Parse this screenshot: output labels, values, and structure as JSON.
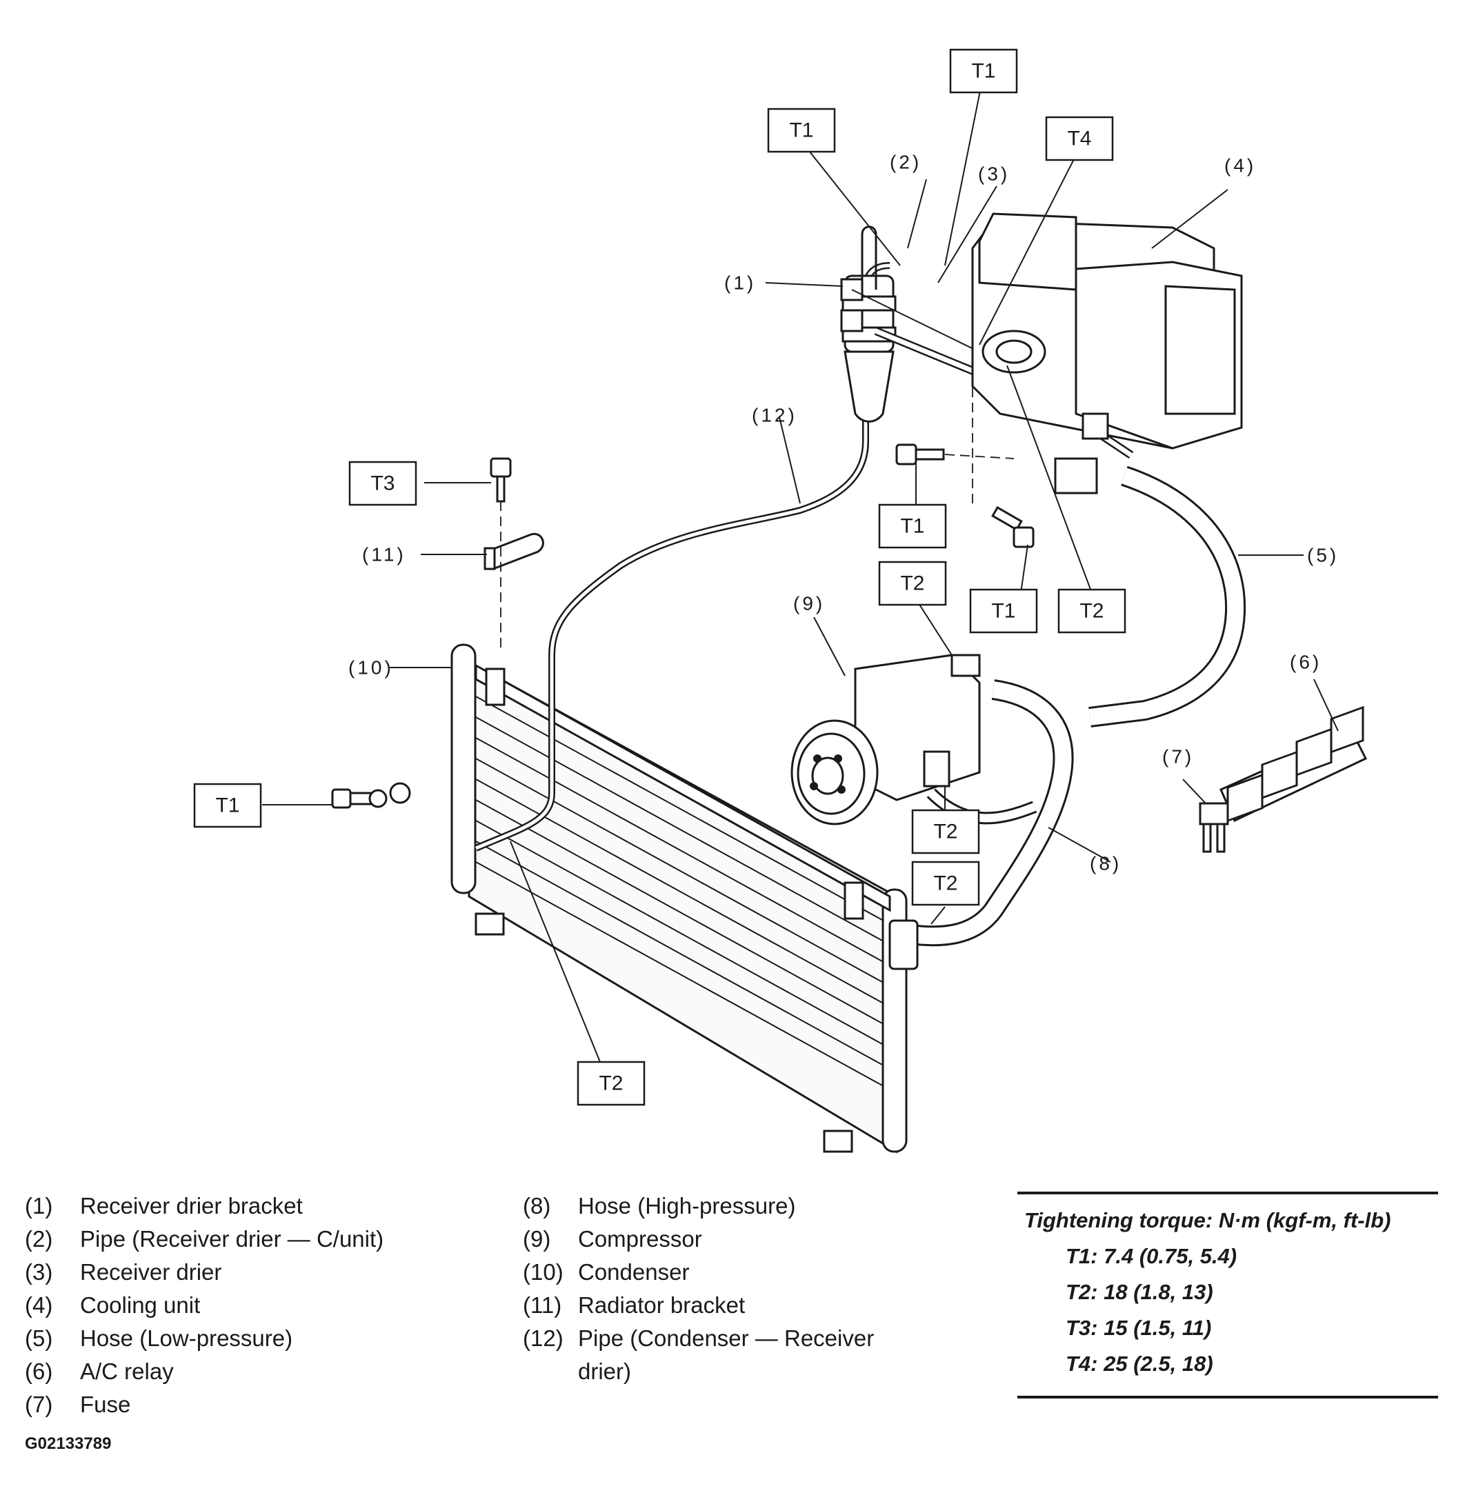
{
  "callouts": {
    "t1": "T1",
    "t2": "T2",
    "t3": "T3",
    "t4": "T4"
  },
  "numbers": {
    "n1": "(1)",
    "n2": "(2)",
    "n3": "(3)",
    "n4": "(4)",
    "n5": "(5)",
    "n6": "(6)",
    "n7": "(7)",
    "n8": "(8)",
    "n9": "(9)",
    "n10": "(10)",
    "n11": "(11)",
    "n12": "(12)"
  },
  "legend": {
    "left": [
      {
        "num": "(1)",
        "label": "Receiver drier bracket"
      },
      {
        "num": "(2)",
        "label": "Pipe (Receiver drier — C/unit)"
      },
      {
        "num": "(3)",
        "label": "Receiver drier"
      },
      {
        "num": "(4)",
        "label": "Cooling unit"
      },
      {
        "num": "(5)",
        "label": "Hose (Low-pressure)"
      },
      {
        "num": "(6)",
        "label": "A/C relay"
      },
      {
        "num": "(7)",
        "label": "Fuse"
      }
    ],
    "right": [
      {
        "num": "(8)",
        "label": "Hose (High-pressure)"
      },
      {
        "num": "(9)",
        "label": "Compressor"
      },
      {
        "num": "(10)",
        "label": "Condenser"
      },
      {
        "num": "(11)",
        "label": "Radiator bracket"
      },
      {
        "num": "(12)",
        "label": "Pipe (Condenser — Receiver"
      },
      {
        "num": "",
        "label": "drier)"
      }
    ]
  },
  "torque": {
    "title": "Tightening torque: N·m (kgf-m, ft-lb)",
    "rows": [
      "T1: 7.4 (0.75, 5.4)",
      "T2: 18 (1.8, 13)",
      "T3: 15 (1.5, 11)",
      "T4: 25 (2.5, 18)"
    ]
  },
  "figure_code": "G02133789"
}
